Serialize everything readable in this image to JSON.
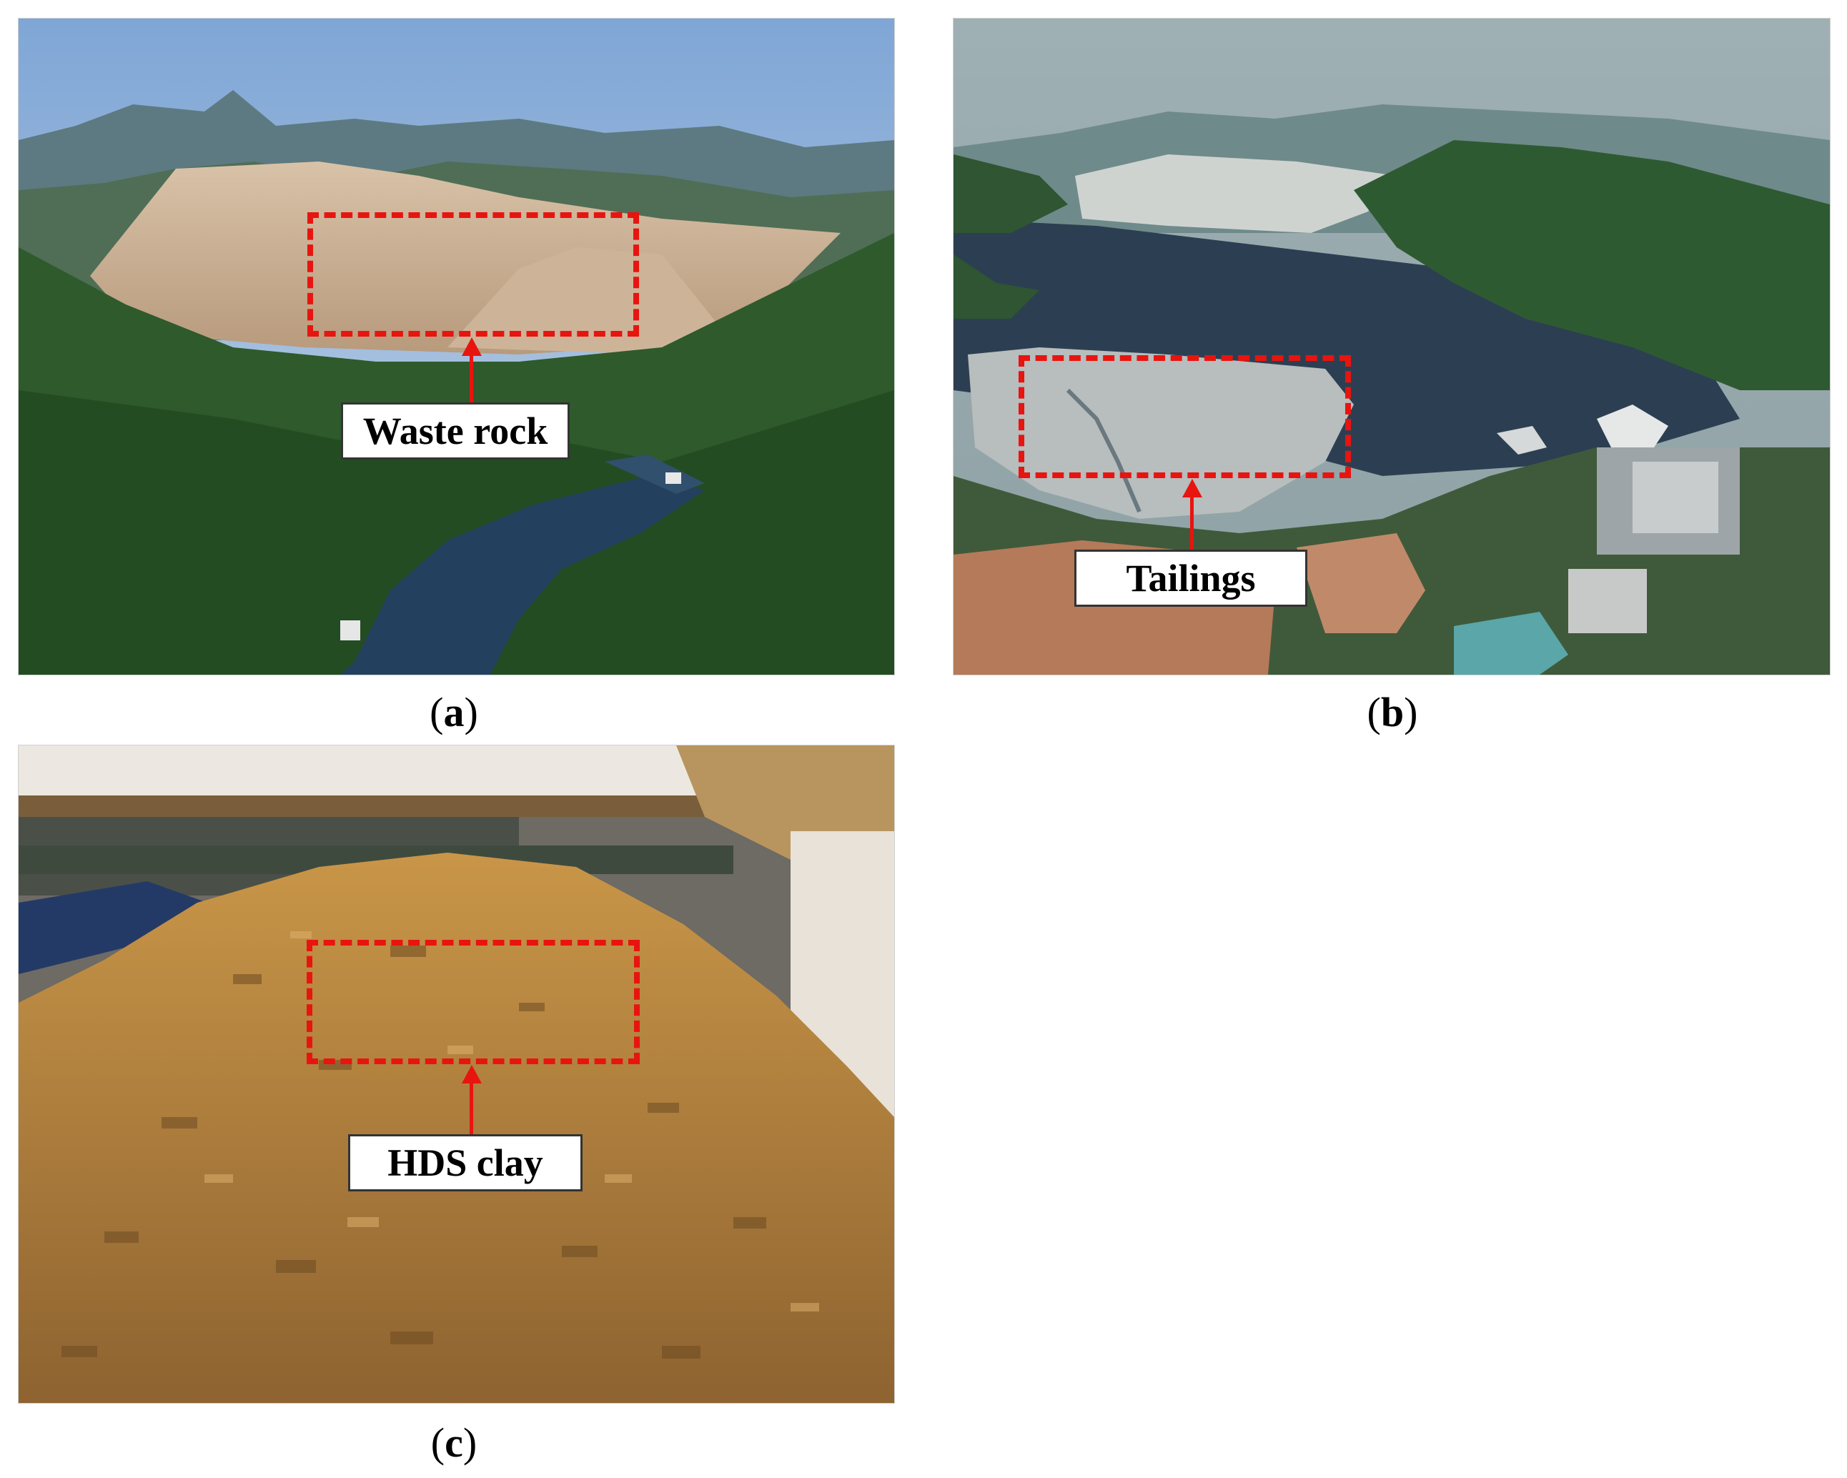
{
  "panels": [
    {
      "id": "a",
      "caption": "a",
      "label": "Waste rock"
    },
    {
      "id": "b",
      "caption": "b",
      "label": "Tailings"
    },
    {
      "id": "c",
      "caption": "c",
      "label": "HDS clay"
    }
  ],
  "colors": {
    "highlight": "#e8140f",
    "label_bg": "#ffffff"
  }
}
